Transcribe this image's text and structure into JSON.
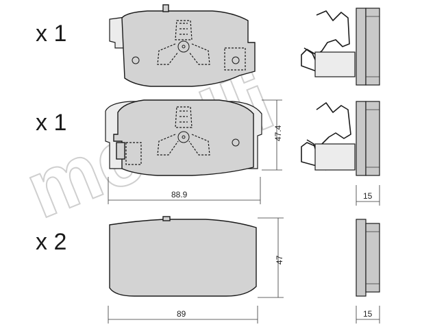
{
  "quantities": {
    "row1": "x 1",
    "row2": "x 1",
    "row3": "x 2"
  },
  "dimensions": {
    "width_row2": "88.9",
    "height_row2": "47.4",
    "thickness_row2": "15",
    "width_row3": "89",
    "height_row3": "47",
    "thickness_row3": "15"
  },
  "watermark": "metelli"
}
